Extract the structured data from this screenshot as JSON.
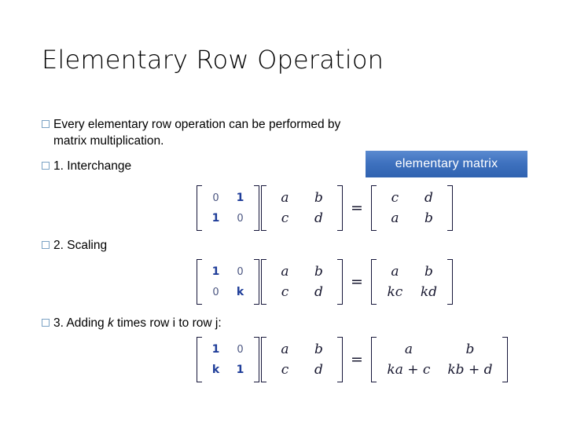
{
  "slide": {
    "title": "Elementary Row Operation",
    "background_color": "#ffffff",
    "bullet_marker_color": "#7ba2c4"
  },
  "bullets": [
    {
      "marker": "hollow-square",
      "line1": "Every elementary row operation can be performed by",
      "line2": "matrix multiplication."
    },
    {
      "marker": "hollow-square",
      "text": "1. Interchange"
    },
    {
      "marker": "hollow-square",
      "text": "2. Scaling"
    },
    {
      "marker": "hollow-square",
      "text_pre": "3. Adding ",
      "text_italic": "k",
      "text_post": " times row i to row j:"
    }
  ],
  "callout": {
    "label": "elementary matrix",
    "text_color": "#ffffff",
    "gradient_top": "#5b8bd0",
    "gradient_bottom": "#2f62b0"
  },
  "equations": [
    {
      "id": "interchange",
      "elementary": [
        [
          "0",
          "1"
        ],
        [
          "1",
          "0"
        ]
      ],
      "elementary_highlight": [
        [
          false,
          true
        ],
        [
          true,
          false
        ]
      ],
      "operand": [
        [
          "a",
          "b"
        ],
        [
          "c",
          "d"
        ]
      ],
      "relation": "=",
      "result": [
        [
          "c",
          "d"
        ],
        [
          "a",
          "b"
        ]
      ]
    },
    {
      "id": "scaling",
      "elementary": [
        [
          "1",
          "0"
        ],
        [
          "0",
          "k"
        ]
      ],
      "elementary_highlight": [
        [
          true,
          false
        ],
        [
          false,
          true
        ]
      ],
      "operand": [
        [
          "a",
          "b"
        ],
        [
          "c",
          "d"
        ]
      ],
      "relation": "=",
      "result": [
        [
          "a",
          "b"
        ],
        [
          "kc",
          "kd"
        ]
      ]
    },
    {
      "id": "add-multiple",
      "elementary": [
        [
          "1",
          "0"
        ],
        [
          "k",
          "1"
        ]
      ],
      "elementary_highlight": [
        [
          true,
          false
        ],
        [
          true,
          true
        ]
      ],
      "operand": [
        [
          "a",
          "b"
        ],
        [
          "c",
          "d"
        ]
      ],
      "relation": "=",
      "result": [
        [
          "a",
          "b"
        ],
        [
          "ka + c",
          "kb + d"
        ]
      ]
    }
  ]
}
